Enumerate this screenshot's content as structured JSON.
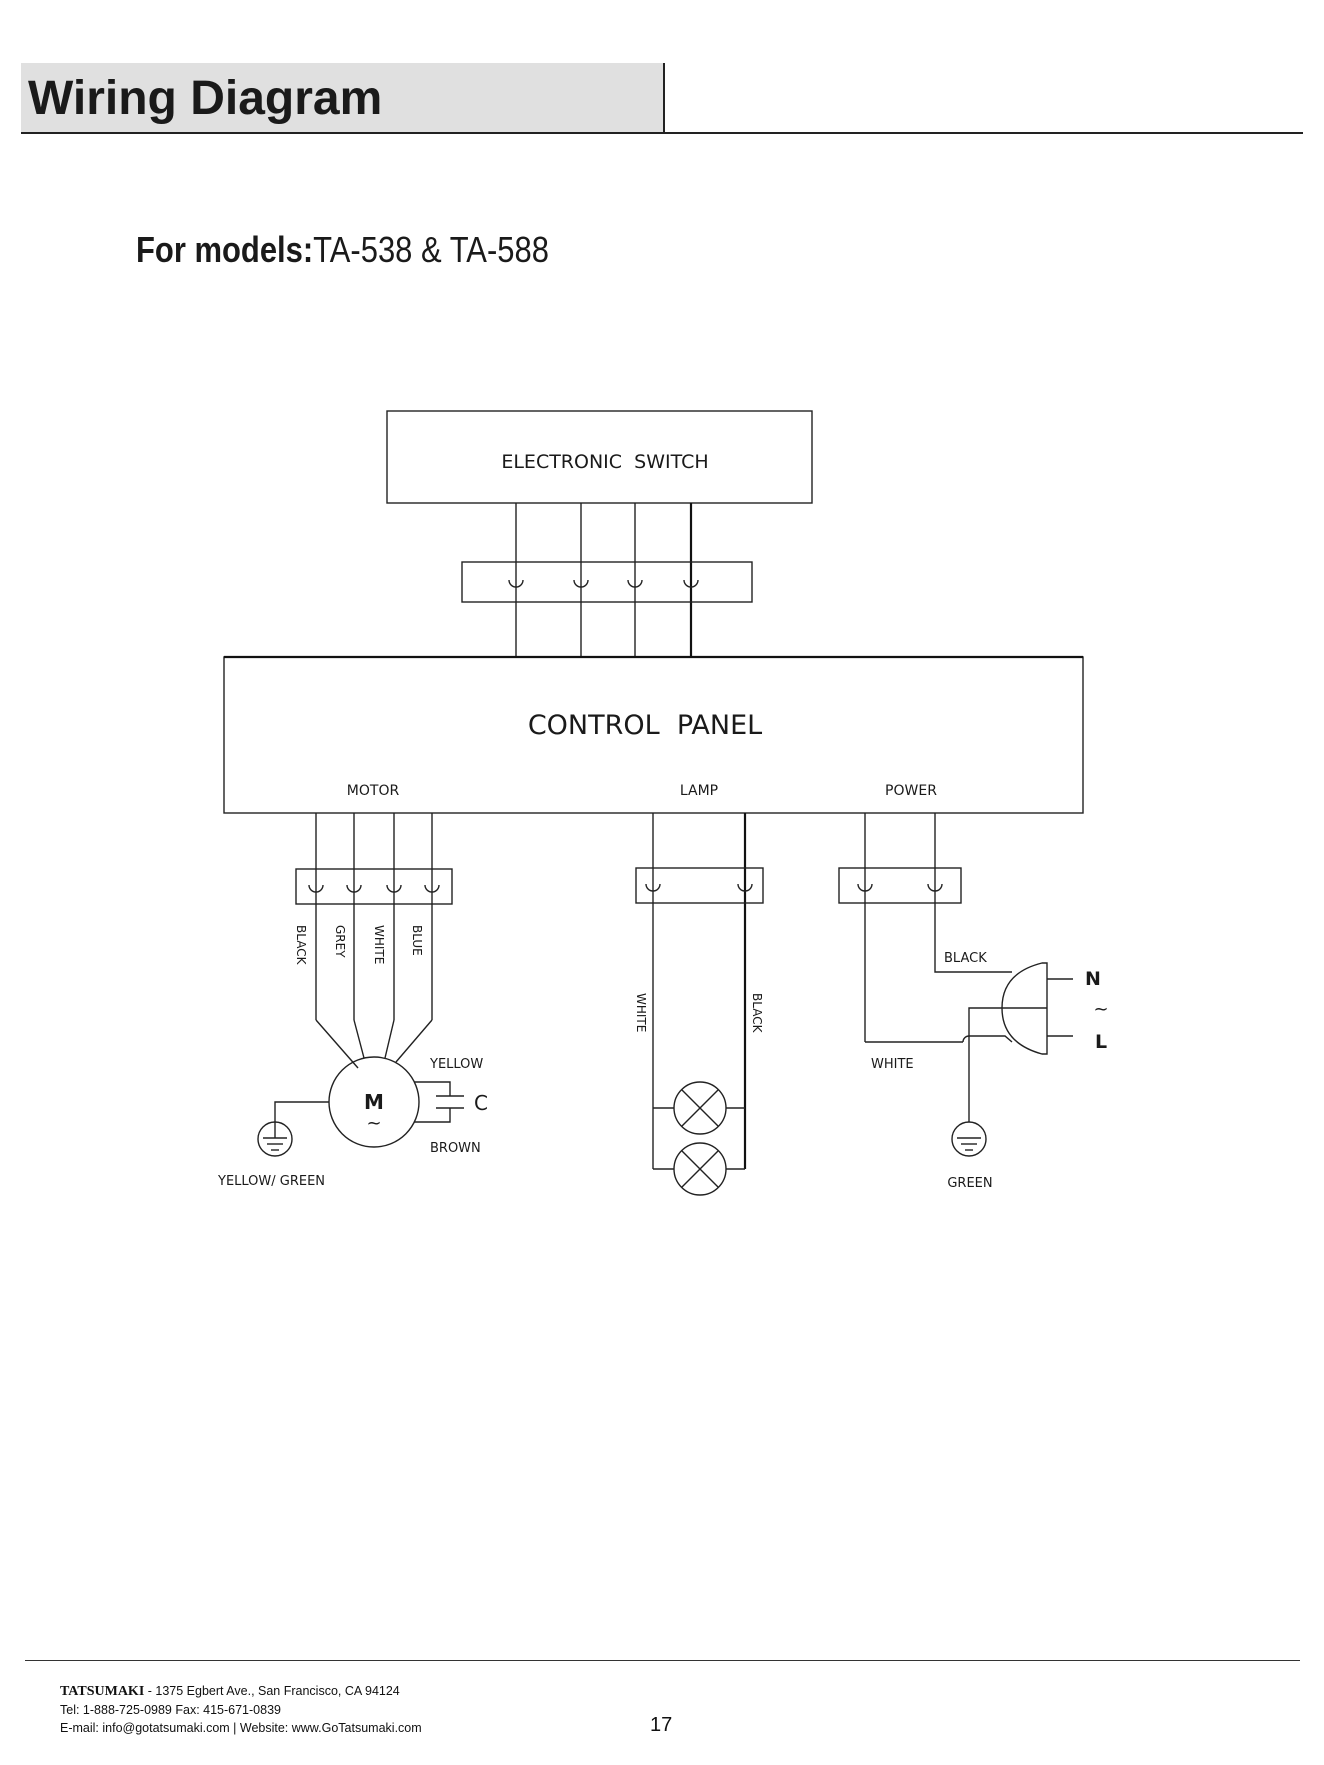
{
  "header": {
    "title": "Wiring Diagram"
  },
  "models": {
    "label": "For models:",
    "value": "TA-538 & TA-588"
  },
  "diagram": {
    "electronic_switch": "ELECTRONIC  SWITCH",
    "control_panel": "CONTROL  PANEL",
    "ports": {
      "motor": "MOTOR",
      "lamp": "LAMP",
      "power": "POWER"
    },
    "motor_wires": [
      "BLACK",
      "GREY",
      "WHITE",
      "BLUE"
    ],
    "motor_symbol": "M",
    "tilde": "~",
    "capacitor": "C",
    "cap_wire_top": "YELLOW",
    "cap_wire_bottom": "BROWN",
    "motor_ground": "YELLOW/ GREEN",
    "lamp_wires": [
      "WHITE",
      "BLACK"
    ],
    "power_wire_black": "BLACK",
    "power_wire_white": "WHITE",
    "power_ground": "GREEN",
    "plug_n": "N",
    "plug_l": "L"
  },
  "footer": {
    "company": "TATSUMAKI",
    "address": " - 1375 Egbert Ave., San Francisco, CA 94124",
    "phone": "Tel: 1-888-725-0989  Fax: 415-671-0839",
    "contact": "E-mail: info@gotatsumaki.com | Website: www.GoTatsumaki.com",
    "page": "17"
  }
}
